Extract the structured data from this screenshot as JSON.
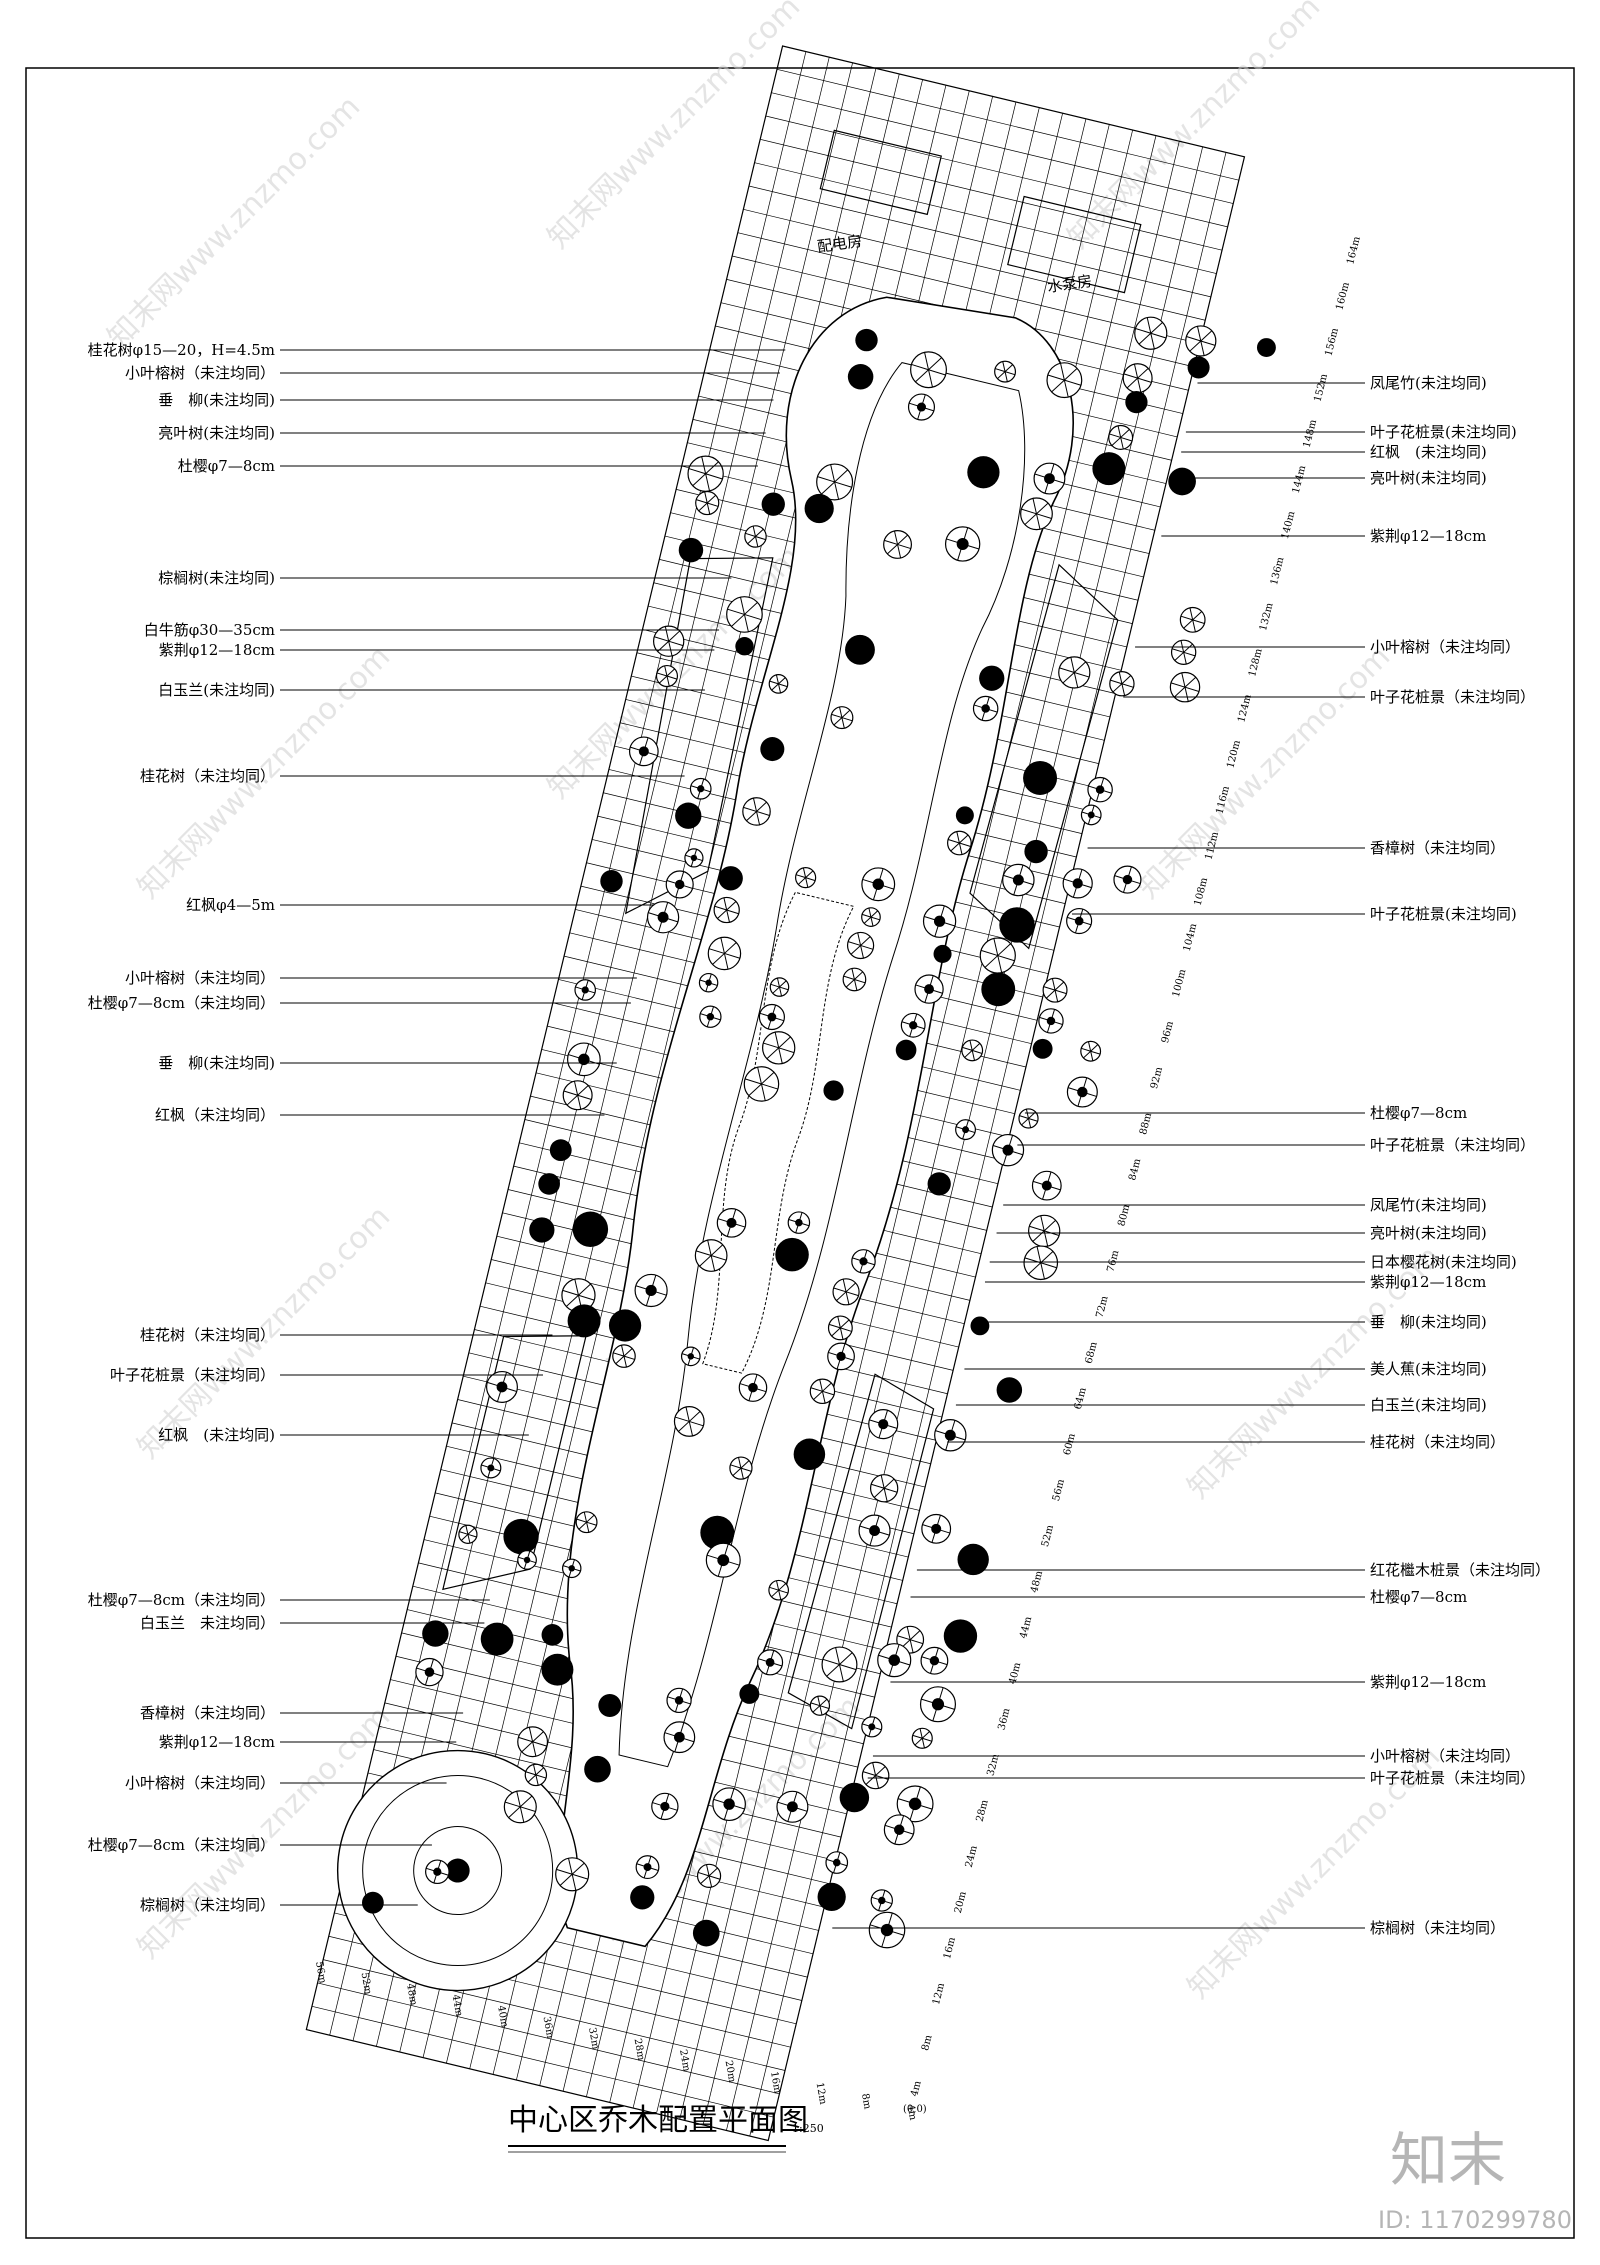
{
  "title": "中心区乔木配置平面图",
  "scale": "1:250",
  "origin_label": "(0,0)",
  "buildings": {
    "power_room": "配电房",
    "pump_room": "水泵房"
  },
  "left_labels": [
    "桂花树φ15—20，H=4.5m",
    "小叶榕树（未注均同）",
    "垂　柳(未注均同)",
    "亮叶树(未注均同)",
    "杜樱φ7—8cm",
    "棕榈树(未注均同)",
    "白牛筋φ30—35cm",
    "紫荆φ12—18cm",
    "白玉兰(未注均同)",
    "桂花树（未注均同）",
    "红枫φ4—5m",
    "小叶榕树（未注均同）",
    "杜樱φ7—8cm（未注均同）",
    "垂　柳(未注均同)",
    "红枫（未注均同）",
    "桂花树（未注均同）",
    "叶子花桩景（未注均同）",
    "红枫　(未注均同)",
    "杜樱φ7—8cm（未注均同）",
    "白玉兰　未注均同）",
    "香樟树（未注均同）",
    "紫荆φ12—18cm",
    "小叶榕树（未注均同）",
    "杜樱φ7—8cm（未注均同）",
    "棕榈树（未注均同）"
  ],
  "right_labels": [
    "凤尾竹(未注均同)",
    "叶子花桩景(未注均同)",
    "红枫　(未注均同)",
    "亮叶树(未注均同)",
    "紫荆φ12—18cm",
    "小叶榕树（未注均同）",
    "叶子花桩景（未注均同）",
    "香樟树（未注均同）",
    "叶子花桩景(未注均同)",
    "杜樱φ7—8cm",
    "叶子花桩景（未注均同）",
    "凤尾竹(未注均同)",
    "亮叶树(未注均同)",
    "日本樱花树(未注均同)",
    "紫荆φ12—18cm",
    "垂　柳(未注均同)",
    "美人蕉(未注均同)",
    "白玉兰(未注均同)",
    "桂花树（未注均同）",
    "红花檵木桩景（未注均同）",
    "杜樱φ7—8cm",
    "紫荆φ12—18cm",
    "小叶榕树（未注均同）",
    "叶子花桩景（未注均同）",
    "棕榈树（未注均同）"
  ],
  "bottom_ticks": [
    "56m",
    "52m",
    "48m",
    "44m",
    "40m",
    "36m",
    "32m",
    "28m",
    "24m",
    "20m",
    "16m",
    "12m",
    "8m",
    "4m"
  ],
  "right_ticks": [
    "164m",
    "160m",
    "156m",
    "152m",
    "148m",
    "144m",
    "140m",
    "136m",
    "132m",
    "128m",
    "124m",
    "120m",
    "116m",
    "112m",
    "108m",
    "104m",
    "100m",
    "96m",
    "92m",
    "88m",
    "84m",
    "80m",
    "76m",
    "72m",
    "68m",
    "64m",
    "60m",
    "56m",
    "52m",
    "48m",
    "44m",
    "40m",
    "36m",
    "32m",
    "28m",
    "24m",
    "20m",
    "16m",
    "12m",
    "8m",
    "4m"
  ],
  "watermarks": [
    "知末网www.znzmo.com"
  ],
  "brand": "知末",
  "brand_id": "ID: 1170299780"
}
